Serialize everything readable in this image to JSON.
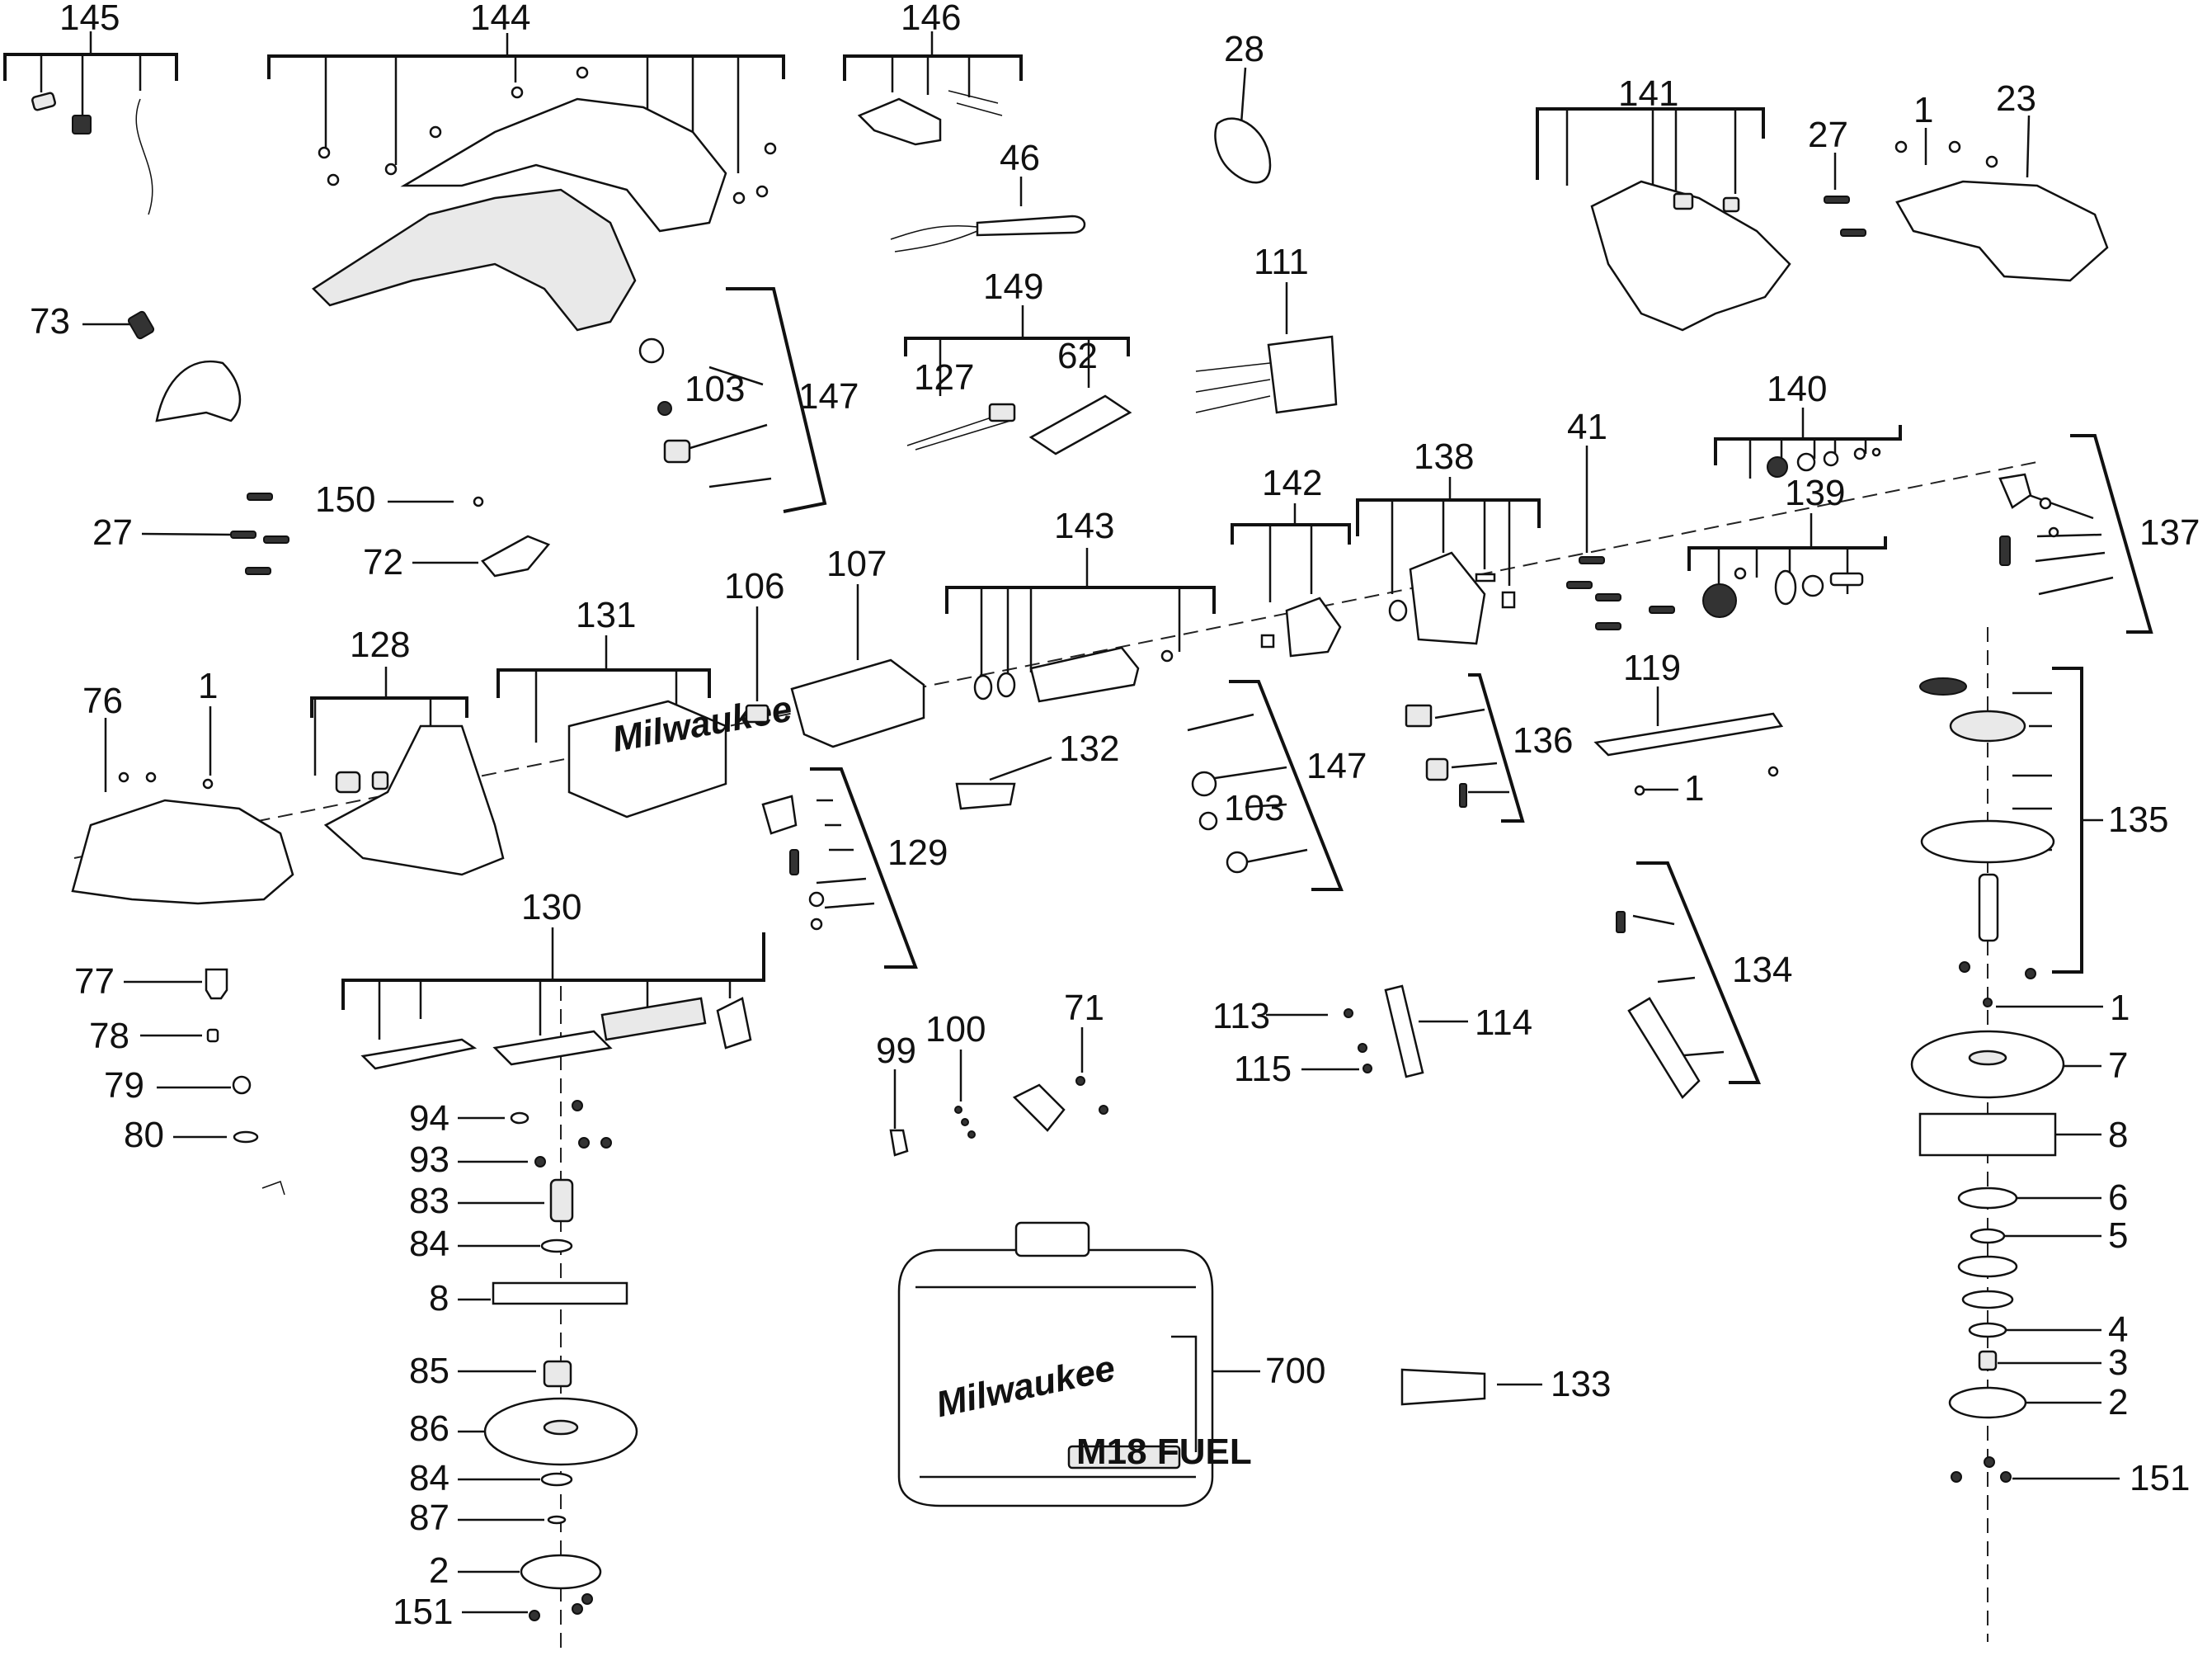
{
  "diagram": {
    "title": "Exploded parts diagram - cordless band saw",
    "callouts": {
      "c145": "145",
      "c144": "144",
      "c146": "146",
      "c28": "28",
      "c141": "141",
      "c27a": "27",
      "c1a": "1",
      "c23": "23",
      "c46": "46",
      "c111": "111",
      "c73": "73",
      "c149": "149",
      "c127": "127",
      "c62": "62",
      "c103a": "103",
      "c147a": "147",
      "c140": "140",
      "c150": "150",
      "c27b": "27",
      "c72": "72",
      "c41": "41",
      "c138": "138",
      "c142": "142",
      "c143": "143",
      "c139": "139",
      "c137": "137",
      "c107": "107",
      "c106": "106",
      "c131": "131",
      "c128": "128",
      "c76": "76",
      "c1b": "1",
      "c119": "119",
      "c132": "132",
      "c147b": "147",
      "c103b": "103",
      "c136": "136",
      "c1c": "1",
      "c135": "135",
      "c129": "129",
      "c130": "130",
      "c77": "77",
      "c78": "78",
      "c79": "79",
      "c80": "80",
      "c71": "71",
      "c99": "99",
      "c100": "100",
      "c113": "113",
      "c114": "114",
      "c115": "115",
      "c134": "134",
      "c1d": "1",
      "c7": "7",
      "c8a": "8",
      "c94": "94",
      "c93": "93",
      "c83": "83",
      "c84a": "84",
      "c8b": "8",
      "c85": "85",
      "c86": "86",
      "c84b": "84",
      "c87": "87",
      "c2a": "2",
      "c151a": "151",
      "c6": "6",
      "c5": "5",
      "c4": "4",
      "c3": "3",
      "c2b": "2",
      "c151b": "151",
      "c700": "700",
      "c133": "133"
    },
    "brand_marks": {
      "case_logo": "Milwaukee",
      "case_badge": "M18 FUEL",
      "motor_housing_logo": "Milwaukee"
    }
  }
}
